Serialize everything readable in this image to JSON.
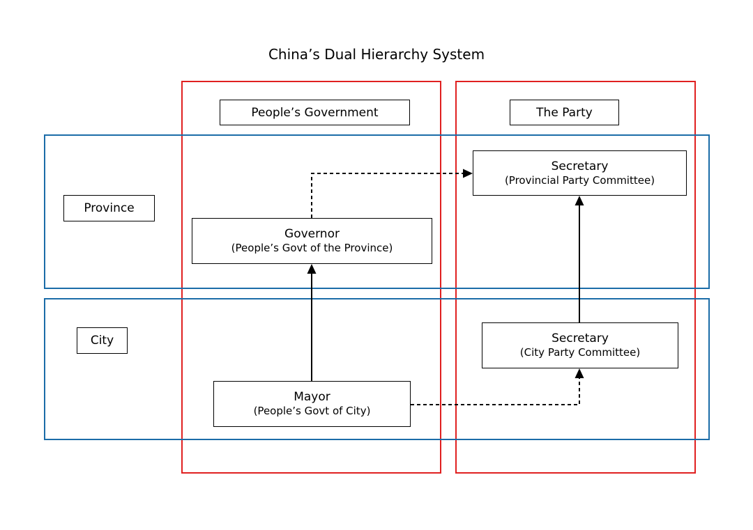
{
  "title": "China’s Dual Hierarchy System",
  "columns": {
    "government": "People’s Government",
    "party": "The Party"
  },
  "rows": {
    "province": "Province",
    "city": "City"
  },
  "nodes": {
    "secretary_provincial": {
      "title": "Secretary",
      "subtitle": "(Provincial Party Committee)"
    },
    "governor": {
      "title": "Governor",
      "subtitle": "(People’s Govt of the Province)"
    },
    "secretary_city": {
      "title": "Secretary",
      "subtitle": "(City Party Committee)"
    },
    "mayor": {
      "title": "Mayor",
      "subtitle": "(People’s Govt of City)"
    }
  },
  "edges": [
    {
      "from": "Governor",
      "to": "Secretary (Provincial Party Committee)",
      "style": "dashed"
    },
    {
      "from": "Secretary (City Party Committee)",
      "to": "Secretary (Provincial Party Committee)",
      "style": "solid"
    },
    {
      "from": "Mayor",
      "to": "Governor",
      "style": "solid"
    },
    {
      "from": "Mayor",
      "to": "Secretary (City Party Committee)",
      "style": "dashed"
    }
  ],
  "colors": {
    "column_border": "#e02020",
    "row_border": "#1b6ca8",
    "arrow": "#000000"
  }
}
